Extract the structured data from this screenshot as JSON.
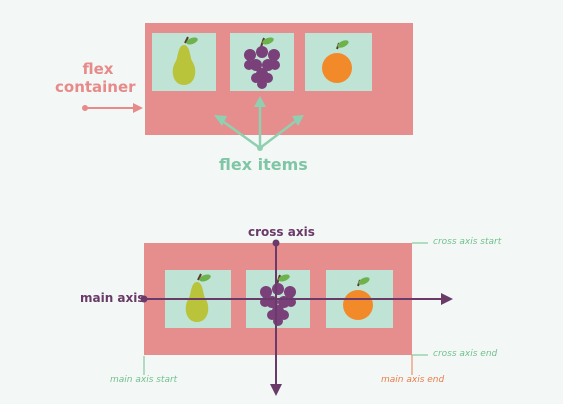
{
  "top": {
    "container_label_line1": "flex",
    "container_label_line2": "container",
    "items_label": "flex items",
    "fruits": [
      "pear-icon",
      "grapes-icon",
      "orange-icon"
    ]
  },
  "bottom": {
    "cross_axis": "cross axis",
    "main_axis": "main axis",
    "cross_axis_start": "cross axis start",
    "cross_axis_end": "cross axis end",
    "main_axis_start": "main axis start",
    "main_axis_end": "main axis end",
    "fruits": [
      "pear-icon",
      "grapes-icon",
      "orange-icon"
    ]
  },
  "colors": {
    "container": "#e68e8e",
    "item": "#bfe4d6",
    "axis": "#6a3a68",
    "green": "#72c08e",
    "pink": "#e78a8a",
    "orange": "#ea7c4a"
  }
}
